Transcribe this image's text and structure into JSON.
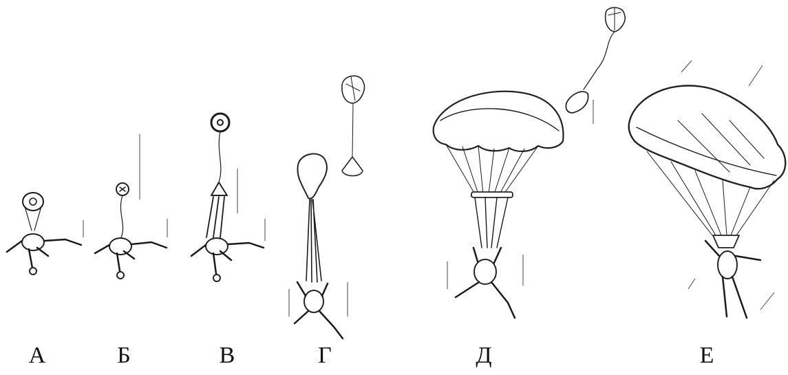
{
  "stages": [
    {
      "id": "a",
      "label": "А",
      "color": "#111111"
    },
    {
      "id": "b",
      "label": "Б",
      "color": "#111111"
    },
    {
      "id": "v",
      "label": "В",
      "color": "#111111"
    },
    {
      "id": "g",
      "label": "Г",
      "color": "#111111"
    },
    {
      "id": "d",
      "label": "Д",
      "color": "#111111"
    },
    {
      "id": "e",
      "label": "Е",
      "color": "#111111"
    }
  ]
}
